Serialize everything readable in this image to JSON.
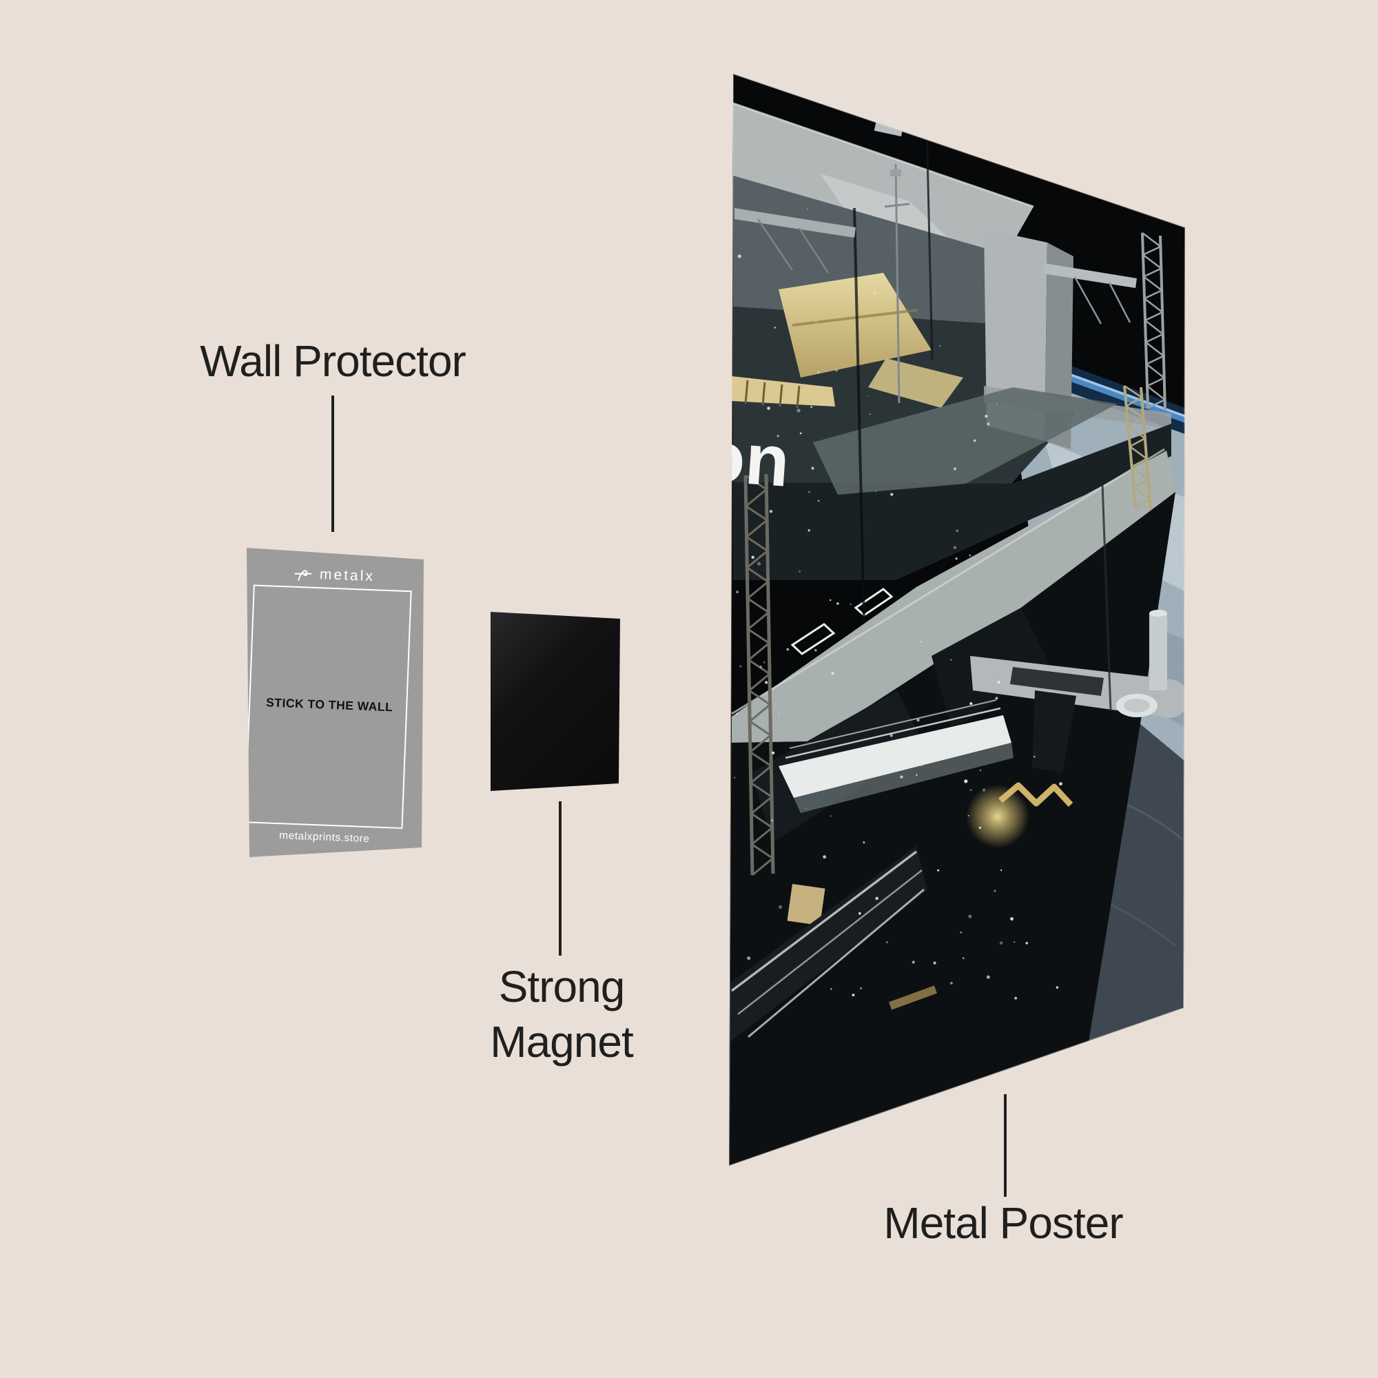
{
  "page": {
    "bg": "#eadfd6"
  },
  "annotations": {
    "ink": "#1f1f1f",
    "wall_protector_label": "Wall Protector",
    "strong_magnet_label_line1": "Strong",
    "strong_magnet_label_line2": "Magnet",
    "metal_poster_label": "Metal Poster"
  },
  "wall_card": {
    "bg_color": "#9c9c9c",
    "brand": "metalx",
    "center_text": "STICK TO THE WALL",
    "footer": "metalxprints.store"
  },
  "magnet": {
    "color": "#0b0b0d"
  },
  "poster": {
    "partial_text": "on",
    "colors": {
      "space": "#07080a",
      "atmosphere": "#4e8cc9",
      "planet": "#9fb0bb",
      "clouds": "#c6d0d6",
      "ocean": "#3f4750",
      "hull_teal": "#2b3538",
      "hull_gray": "#566065",
      "hull_dark": "#0c1012",
      "deck_light": "#a9b1af",
      "deck_mid": "#5d686b",
      "metal_light": "#b3b9ba",
      "gold": "#d9c88e",
      "gold_deep": "#b5a266"
    }
  }
}
